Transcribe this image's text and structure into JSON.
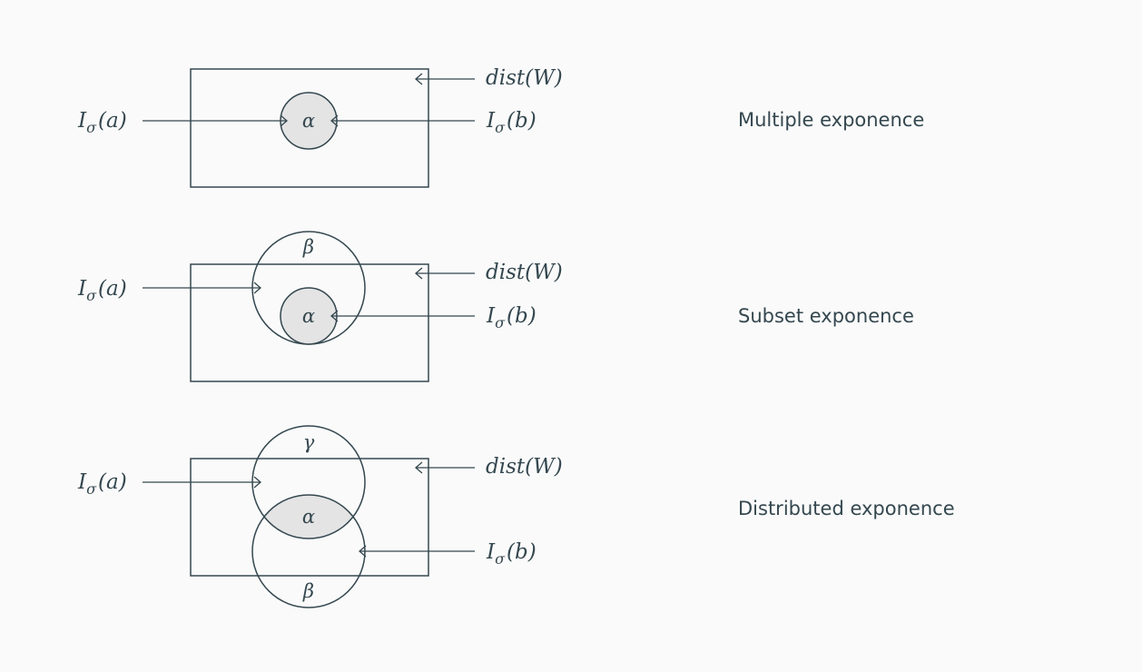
{
  "colors": {
    "ink": "#34474f",
    "shade": "#e4e4e4",
    "background": "#fafafa"
  },
  "labels": {
    "input_a": "I",
    "input_a_sub": "σ",
    "input_a_arg": "(a)",
    "input_b": "I",
    "input_b_sub": "σ",
    "input_b_arg": "(b)",
    "dist": "dist(W)"
  },
  "panels": [
    {
      "caption": "Multiple exponence",
      "inner_symbol": "α"
    },
    {
      "caption": "Subset exponence",
      "inner_symbol": "α",
      "outer_symbol": "β"
    },
    {
      "caption": "Distributed exponence",
      "inner_symbol": "α",
      "top_symbol": "γ",
      "bottom_symbol": "β"
    }
  ]
}
